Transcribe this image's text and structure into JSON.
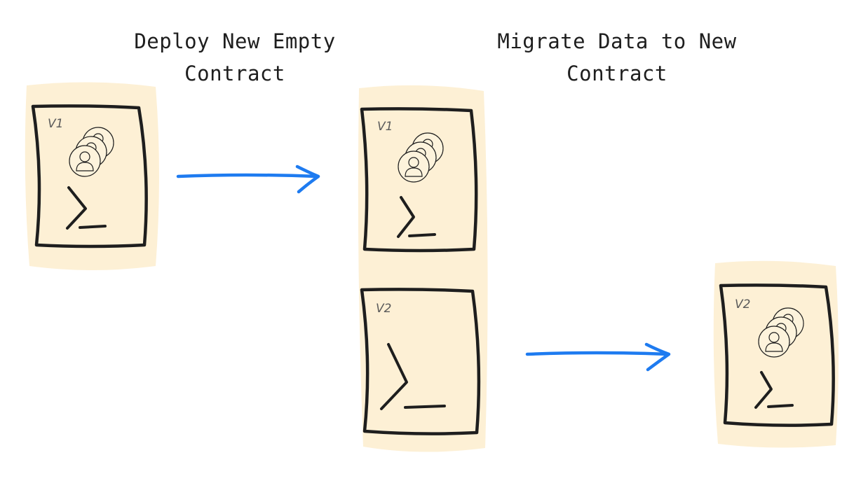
{
  "steps": [
    {
      "title": "Deploy New Empty Contract"
    },
    {
      "title": "Migrate Data to New Contract"
    }
  ],
  "contracts": [
    {
      "id": "stage1-v1",
      "label": "V1",
      "has_data": true
    },
    {
      "id": "stage2-v1",
      "label": "V1",
      "has_data": true
    },
    {
      "id": "stage2-v2",
      "label": "V2",
      "has_data": false
    },
    {
      "id": "stage3-v2",
      "label": "V2",
      "has_data": true
    }
  ],
  "colors": {
    "highlight": "#fdf0d5",
    "stroke": "#1e1e1e",
    "arrow": "#1e7bf0",
    "user_icon_fill": "#fdf3dc",
    "label": "#5a5a5a"
  }
}
